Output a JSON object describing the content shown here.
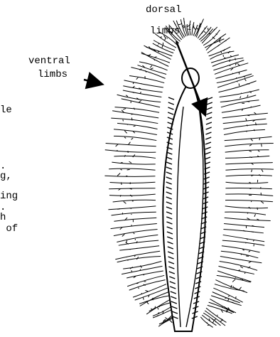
{
  "labels": {
    "dorsal_line1": "dorsal",
    "dorsal_line2": "limbs",
    "ventral_line1": "ventral",
    "ventral_line2": "limbs",
    "frag1": "le",
    "frag2": ".",
    "frag3": "g,",
    "frag4": "ing",
    "frag5": ".",
    "frag6": "h",
    "frag7": " of"
  },
  "colors": {
    "ink": "#000000",
    "paper": "#ffffff"
  }
}
